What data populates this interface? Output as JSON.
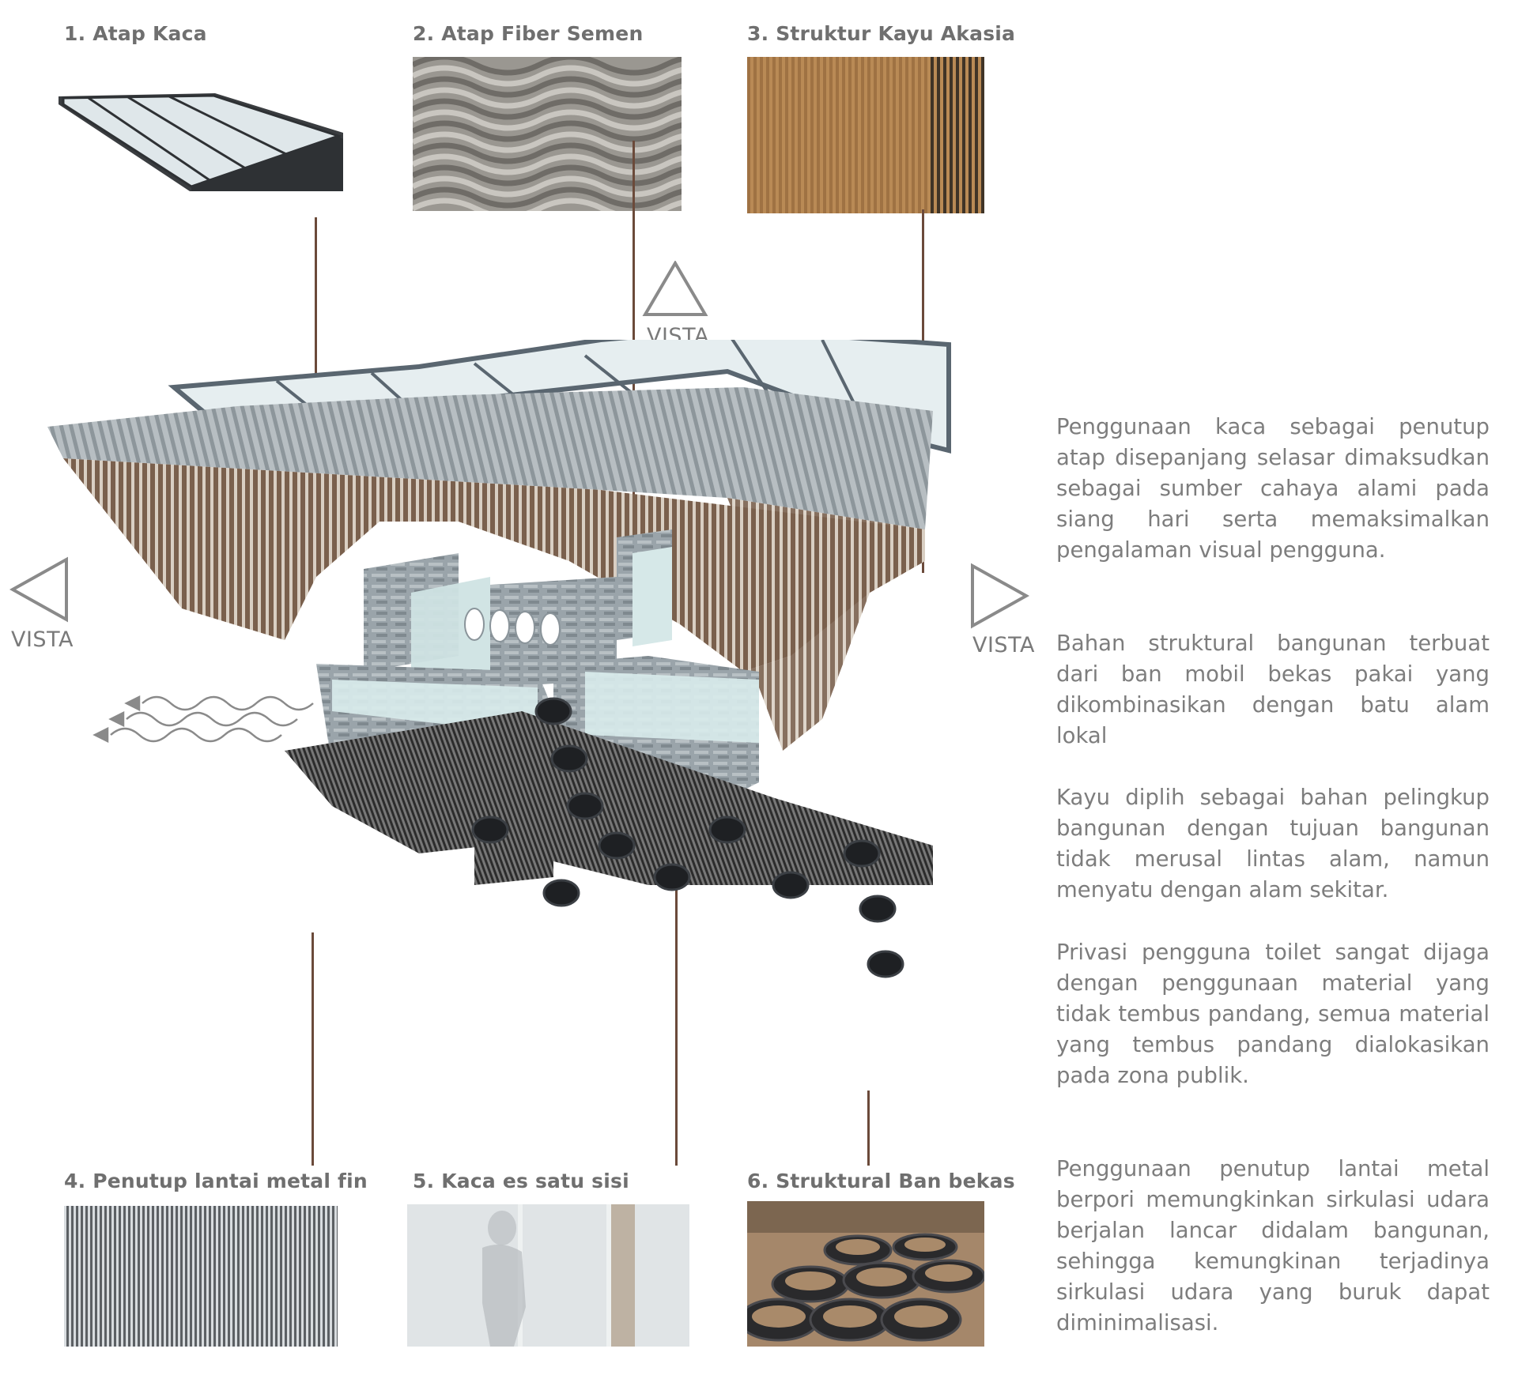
{
  "materials": [
    {
      "label": "1. Atap Kaca",
      "icon": "glass-roof-icon"
    },
    {
      "label": "2. Atap Fiber Semen",
      "icon": "fiber-cement-roof-photo"
    },
    {
      "label": "3. Struktur Kayu Akasia",
      "icon": "acacia-wood-photo"
    },
    {
      "label": "4. Penutup lantai metal fin",
      "icon": "metal-fin-floor-photo"
    },
    {
      "label": "5. Kaca es satu sisi",
      "icon": "frosted-glass-photo"
    },
    {
      "label": "6. Struktural Ban bekas",
      "icon": "used-tire-structure-photo"
    }
  ],
  "vista": {
    "top": "VISTA",
    "left": "VISTA",
    "right": "VISTA"
  },
  "paragraphs": [
    "Penggunaan kaca sebagai penutup atap disepanjang selasar dimaksudkan sebagai sumber cahaya alami pada siang hari serta memaksimalkan pengalaman visual pengguna.",
    "Bahan struktural bangunan terbuat dari ban mobil bekas pakai yang dikombinasikan dengan batu alam lokal",
    "Kayu diplih sebagai bahan pelingkup bangunan dengan tujuan bangunan tidak merusal lintas alam, namun menyatu dengan alam sekitar.",
    "Privasi pengguna toilet sangat dijaga dengan penggunaan material yang tidak tembus pandang, semua material yang tembus pandang dialokasikan pada zona publik.",
    "Penggunaan penutup lantai metal berpori memungkinkan sirkulasi udara berjalan lancar didalam bangunan, sehingga kemungkinan terjadinya sirkulasi udara yang buruk dapat diminimalisasi."
  ],
  "colors": {
    "leader": "#6b4a3a",
    "label": "#6f6f6f",
    "text": "#7d7d7d",
    "wood": "#7a604d"
  }
}
